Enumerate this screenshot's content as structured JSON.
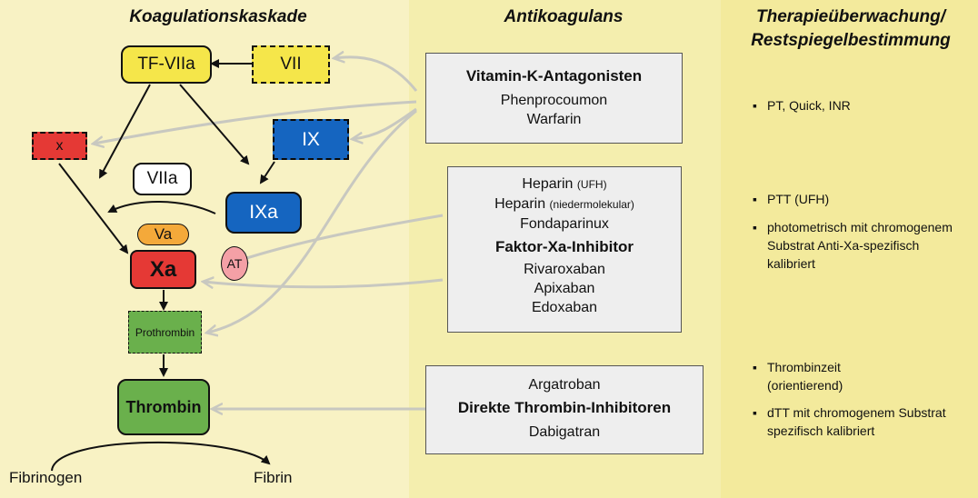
{
  "headers": {
    "cascade": "Koagulationskaskade",
    "anticoagulant": "Antikoagulans",
    "monitoring_line1": "Therapieüberwachung/",
    "monitoring_line2": "Restspiegelbestimmung"
  },
  "cascade_nodes": {
    "tf_viia": "TF-VIIa",
    "vii": "VII",
    "x": "x",
    "ix": "IX",
    "viia": "VIIa",
    "ixa": "IXa",
    "va": "Va",
    "xa": "Xa",
    "at": "AT",
    "prothrombin": "Prothrombin",
    "thrombin": "Thrombin",
    "fibrinogen": "Fibrinogen",
    "fibrin": "Fibrin"
  },
  "drug_boxes": {
    "vka": {
      "title": "Vitamin-K-Antagonisten",
      "items": [
        "Phenprocoumon",
        "Warfarin"
      ]
    },
    "heparin": {
      "heparin_ufh": "Heparin",
      "heparin_ufh_note": "(UFH)",
      "heparin_lmw": "Heparin",
      "heparin_lmw_note": "(niedermolekular)",
      "fondaparinux": "Fondaparinux",
      "title": "Faktor-Xa-Inhibitor",
      "items": [
        "Rivaroxaban",
        "Apixaban",
        "Edoxaban"
      ]
    },
    "thrombin_inh": {
      "top": "Argatroban",
      "title": "Direkte Thrombin-Inhibitoren",
      "bottom": "Dabigatran"
    }
  },
  "monitoring": {
    "bullet": "▪",
    "group1": [
      "PT, Quick, INR"
    ],
    "group2": [
      "PTT (UFH)",
      "photometrisch mit chromogenem Substrat Anti-Xa-spezifisch kalibriert"
    ],
    "group3": [
      "Thrombinzeit (orientierend)",
      "dTT mit chromogenem Substrat spezifisch kalibriert"
    ]
  },
  "colors": {
    "yellow_node": "#f5e64a",
    "red_node": "#e53935",
    "blue_node": "#1565c0",
    "orange_node": "#f4a93a",
    "green_node": "#6ab04c",
    "at_node": "#f4a0a6",
    "gray_arrow": "#c8c8c0"
  }
}
